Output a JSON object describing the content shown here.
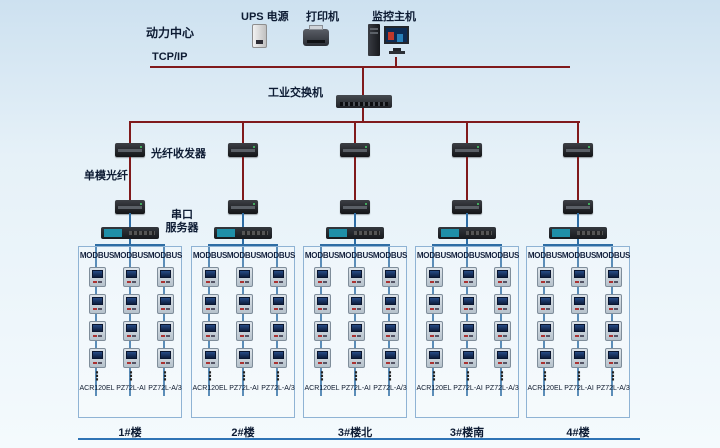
{
  "title": "动力中心",
  "colors": {
    "backbone": "#801a1c",
    "lan": "#2e6da4",
    "accent": "#2f74b5"
  },
  "header": {
    "ups_label": "UPS 电源",
    "printer_label": "打印机",
    "monitor_label": "监控主机",
    "tcp_label": "TCP/IP",
    "switch_label": "工业交换机"
  },
  "annotations": {
    "fiber_transceiver": "光纤收发器",
    "single_mode_fiber": "单模光纤",
    "serial_server_line1": "串口",
    "serial_server_line2": "服务器"
  },
  "modbus_label": "MODBUS",
  "dots": "⋮",
  "meter_models": [
    "ACR120EL",
    "PZ72L-AI",
    "PZ72L-A/3"
  ],
  "branches": [
    {
      "building": "1#楼"
    },
    {
      "building": "2#楼"
    },
    {
      "building": "3#楼北"
    },
    {
      "building": "3#楼南"
    },
    {
      "building": "4#楼"
    }
  ]
}
